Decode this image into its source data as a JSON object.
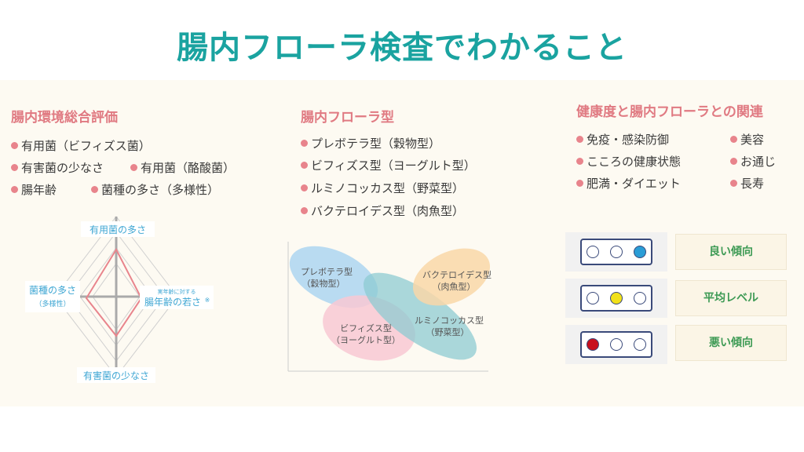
{
  "colors": {
    "title": "#1aa3a0",
    "heading": "#e07a82",
    "bullet": "#e8848c",
    "label_green": "#3d9a54",
    "lamp_blue": "#2a9dd6",
    "lamp_yellow": "#f1e11a",
    "lamp_red": "#c8101e"
  },
  "title": "腸内フローラ検査でわかること",
  "col1": {
    "heading": "腸内環境総合評価",
    "items": [
      "有用菌（ビフィズス菌）",
      "有害菌の少なさ",
      "有用菌（酪酸菌）",
      "腸年齢",
      "菌種の多さ（多様性）"
    ],
    "radar": {
      "top": "有用菌の多さ",
      "left": "菌種の多さ",
      "left_sub": "（多様性）",
      "right_small": "実年齢に対する",
      "right": "腸年齢の若さ",
      "right_mark": "※",
      "bottom": "有害菌の少なさ"
    }
  },
  "col2": {
    "heading": "腸内フローラ型",
    "items": [
      "プレボテラ型（穀物型）",
      "ビフィズス型（ヨーグルト型）",
      "ルミノコッカス型（野菜型）",
      "バクテロイデス型（肉魚型）"
    ],
    "ellipses": [
      {
        "line1": "プレボテラ型",
        "line2": "（穀物型）"
      },
      {
        "line1": "バクテロイデス型",
        "line2": "（肉魚型）"
      },
      {
        "line1": "ルミノコッカス型",
        "line2": "（野菜型）"
      },
      {
        "line1": "ビフィズス型",
        "line2": "（ヨーグルト型）"
      }
    ]
  },
  "col3": {
    "heading": "健康度と腸内フローラとの関連",
    "items": [
      "免疫・感染防御",
      "美容",
      "こころの健康状態",
      "お通じ",
      "肥満・ダイエット",
      "長寿"
    ],
    "levels": [
      {
        "label": "良い傾向",
        "lit": 3
      },
      {
        "label": "平均レベル",
        "lit": 2
      },
      {
        "label": "悪い傾向",
        "lit": 1
      }
    ]
  }
}
